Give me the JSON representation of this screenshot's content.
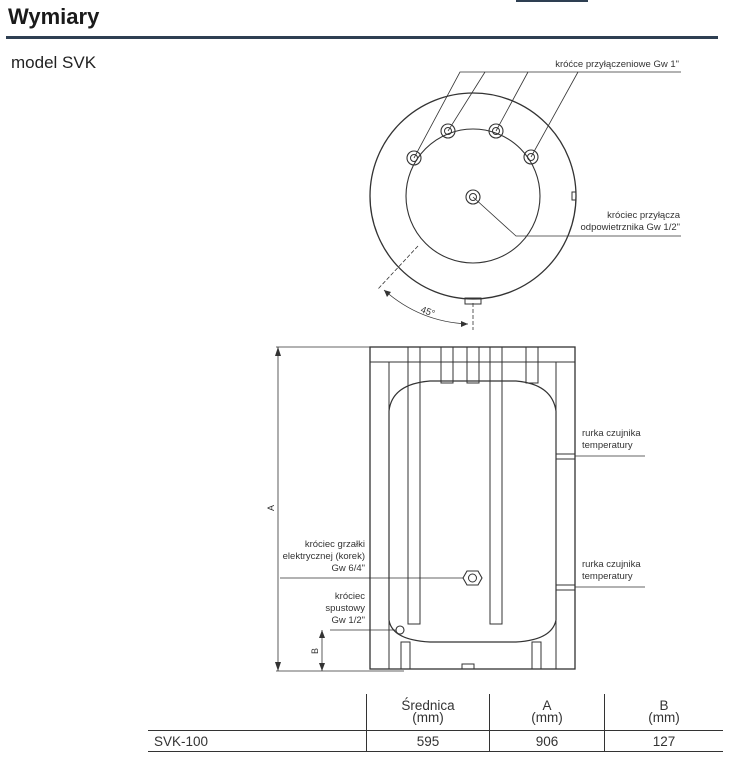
{
  "header": {
    "title": "Wymiary",
    "model": "model SVK"
  },
  "callouts": {
    "inlets": "króćce przyłączeniowe Gw 1\"",
    "vent_1": "króciec przyłącza",
    "vent_2": "odpowietrznika Gw 1/2\"",
    "angle": "45°",
    "sensor1_1": "rurka czujnika",
    "sensor1_2": "temperatury",
    "sensor2_1": "rurka czujnika",
    "sensor2_2": "temperatury",
    "heater_1": "króciec grzałki",
    "heater_2": "elektrycznej (korek)",
    "heater_3": "Gw 6/4\"",
    "drain_1": "króciec",
    "drain_2": "spustowy",
    "drain_3": "Gw 1/2\"",
    "dim_a": "A",
    "dim_b": "B"
  },
  "table": {
    "headers": [
      {
        "line1": "",
        "line2": ""
      },
      {
        "line1": "Średnica",
        "line2": "(mm)"
      },
      {
        "line1": "A",
        "line2": "(mm)"
      },
      {
        "line1": "B",
        "line2": "(mm)"
      }
    ],
    "rows": [
      {
        "model": "SVK-100",
        "diameter": "595",
        "a": "906",
        "b": "127"
      }
    ]
  }
}
